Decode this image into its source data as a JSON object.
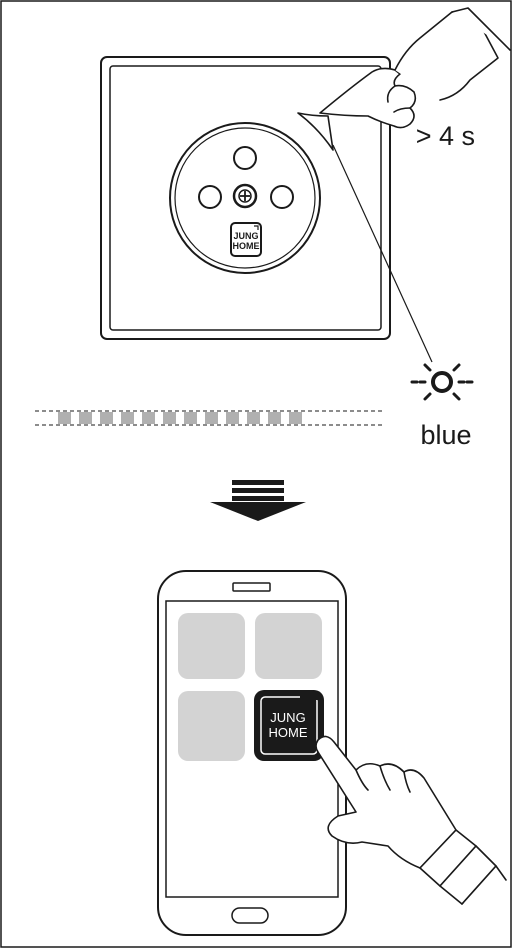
{
  "annotations": {
    "hold_duration": "> 4 s",
    "led_color": "blue"
  },
  "socket_logo": {
    "line1": "JUNG",
    "line2": "HOME"
  },
  "app_icon": {
    "line1": "JUNG",
    "line2": "HOME"
  },
  "colors": {
    "line": "#1a1a1a",
    "tile_gray": "#d3d3d3",
    "app_icon_bg": "#1a1a1a",
    "app_icon_text": "#ffffff",
    "progress_gray": "#b0b0b0"
  },
  "icons": [
    "pointing-hand-icon",
    "led-blink-icon",
    "arrow-down-icon",
    "tapping-hand-icon"
  ]
}
